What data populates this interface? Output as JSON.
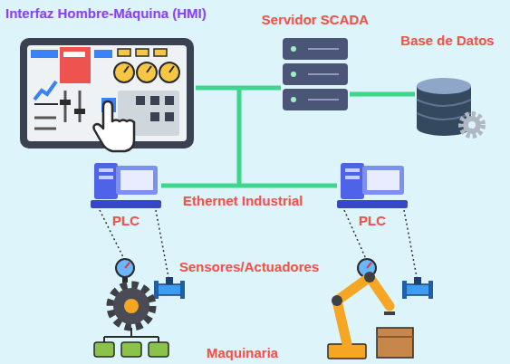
{
  "diagram": {
    "nodes": [
      {
        "text": [
          "Interfaz Hombre-Máquina (HMI)"
        ]
      },
      {
        "text": [
          "Servidor SCADA"
        ]
      },
      {
        "text": [
          "Base de Datos"
        ]
      },
      {
        "text": [
          "PLC"
        ]
      },
      {
        "text": [
          "PLC"
        ]
      }
    ],
    "edges": [
      {
        "from": 0,
        "to": 1,
        "arrow": "none"
      },
      {
        "from": 1,
        "to": 2,
        "arrow": "none"
      },
      {
        "from": 3,
        "to": 4,
        "arrow": "none"
      }
    ],
    "labels": [
      "Ethernet Industrial",
      "Sensores/Actuadores",
      "Maquinaria"
    ]
  }
}
